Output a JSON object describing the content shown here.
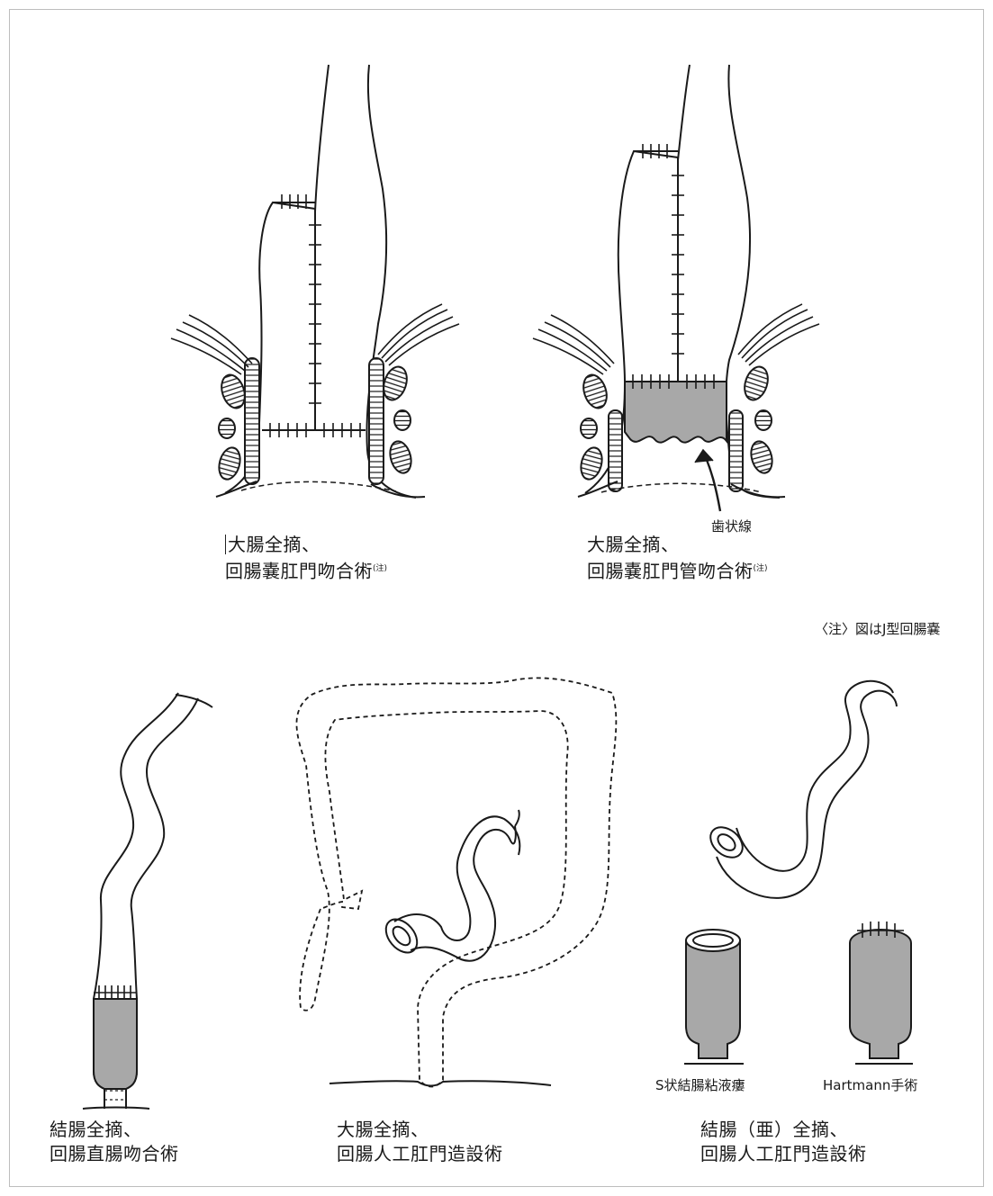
{
  "labels": {
    "fig1_line1": "大腸全摘、",
    "fig1_line2": "回腸嚢肛門吻合術",
    "fig1_note": "(注)",
    "fig2_line1": "大腸全摘、",
    "fig2_line2": "回腸嚢肛門管吻合術",
    "fig2_note": "(注)",
    "dentate_line": "歯状線",
    "footnote": "〈注〉図はJ型回腸嚢",
    "fig3_line1": "結腸全摘、",
    "fig3_line2": "回腸直腸吻合術",
    "fig4_line1": "大腸全摘、",
    "fig4_line2": "回腸人工肛門造設術",
    "sub_left": "S状結腸粘液瘻",
    "sub_right": "Hartmann手術",
    "fig5_line1": "結腸（亜）全摘、",
    "fig5_line2": "回腸人工肛門造設術"
  },
  "colors": {
    "line": "#1a1a1a",
    "fill_gray": "#a8a8a8",
    "border": "#bdbdbd"
  }
}
